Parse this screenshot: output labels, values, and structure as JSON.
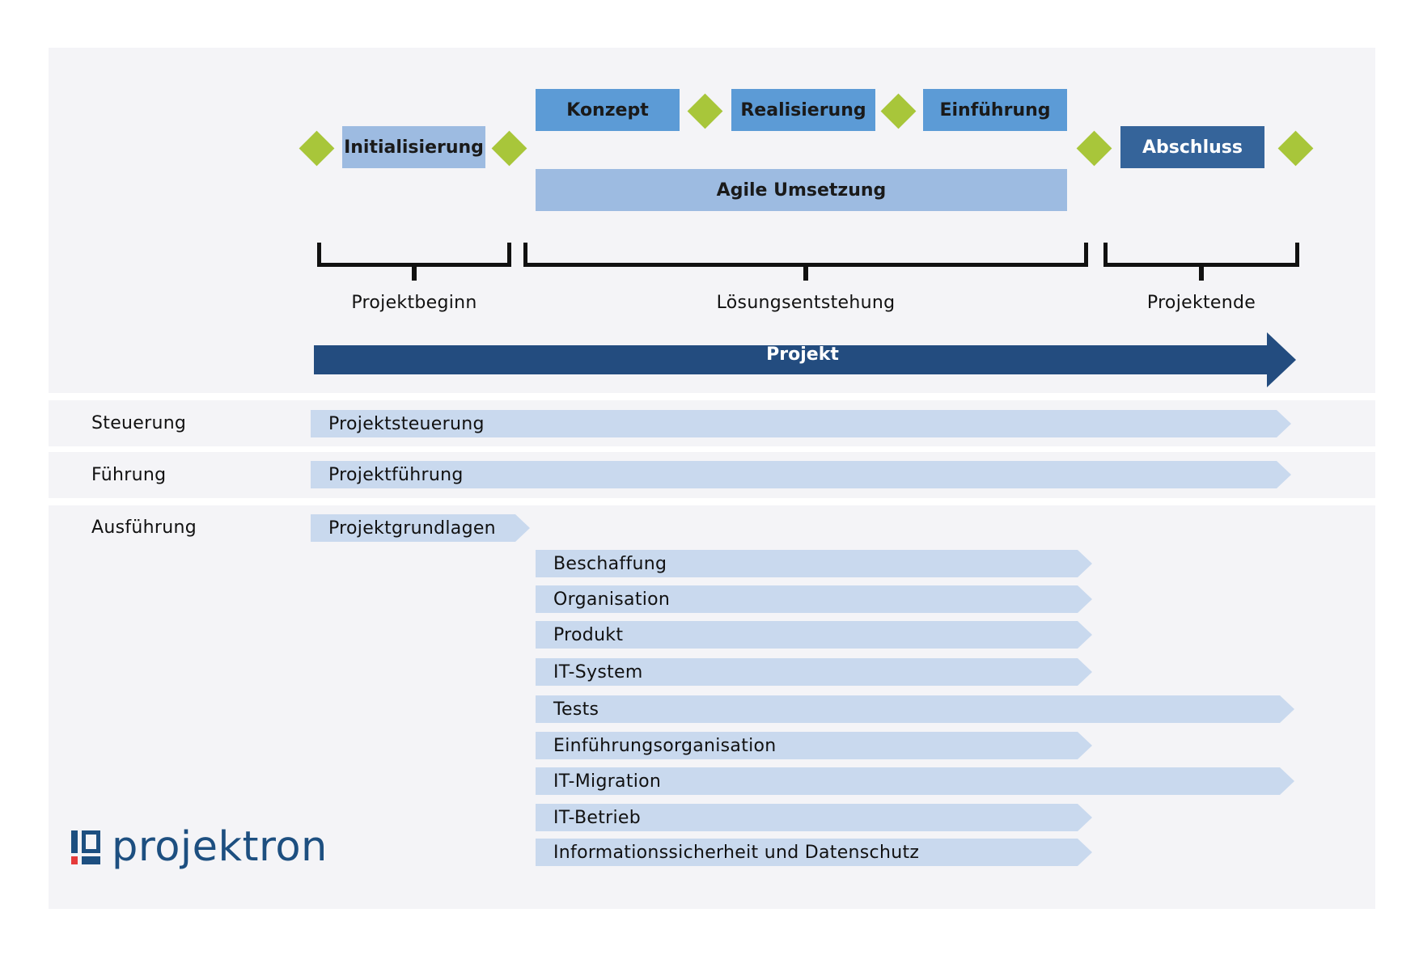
{
  "phases": {
    "initialisierung": "Initialisierung",
    "konzept": "Konzept",
    "realisierung": "Realisierung",
    "einfuehrung": "Einführung",
    "agile_umsetzung": "Agile Umsetzung",
    "abschluss": "Abschluss"
  },
  "brackets": {
    "projektbeginn": "Projektbeginn",
    "loesungsentstehung": "Lösungsentstehung",
    "projektende": "Projektende"
  },
  "projekt": "Projekt",
  "rows": {
    "steuerung": "Steuerung",
    "fuehrung": "Führung",
    "ausfuehrung": "Ausführung"
  },
  "bars": {
    "projektsteuerung": "Projektsteuerung",
    "projektfuehrung": "Projektführung",
    "projektgrundlagen": "Projektgrundlagen",
    "ausfuehrung_items": [
      "Beschaffung",
      "Organisation",
      "Produkt",
      "IT-System",
      "Tests",
      "Einführungsorganisation",
      "IT-Migration",
      "IT-Betrieb",
      "Informationssicherheit und Datenschutz"
    ]
  },
  "logo": {
    "text": "projektron"
  },
  "colors": {
    "milestone": "#a8c63a",
    "phase_light": "#9dbbe1",
    "phase_mid": "#5c9bd6",
    "phase_dark": "#35649a",
    "projekt_arrow": "#234c7f",
    "bar": "#c9d9ee",
    "logo": "#1d4f80",
    "logo_accent": "#e53a3a"
  }
}
